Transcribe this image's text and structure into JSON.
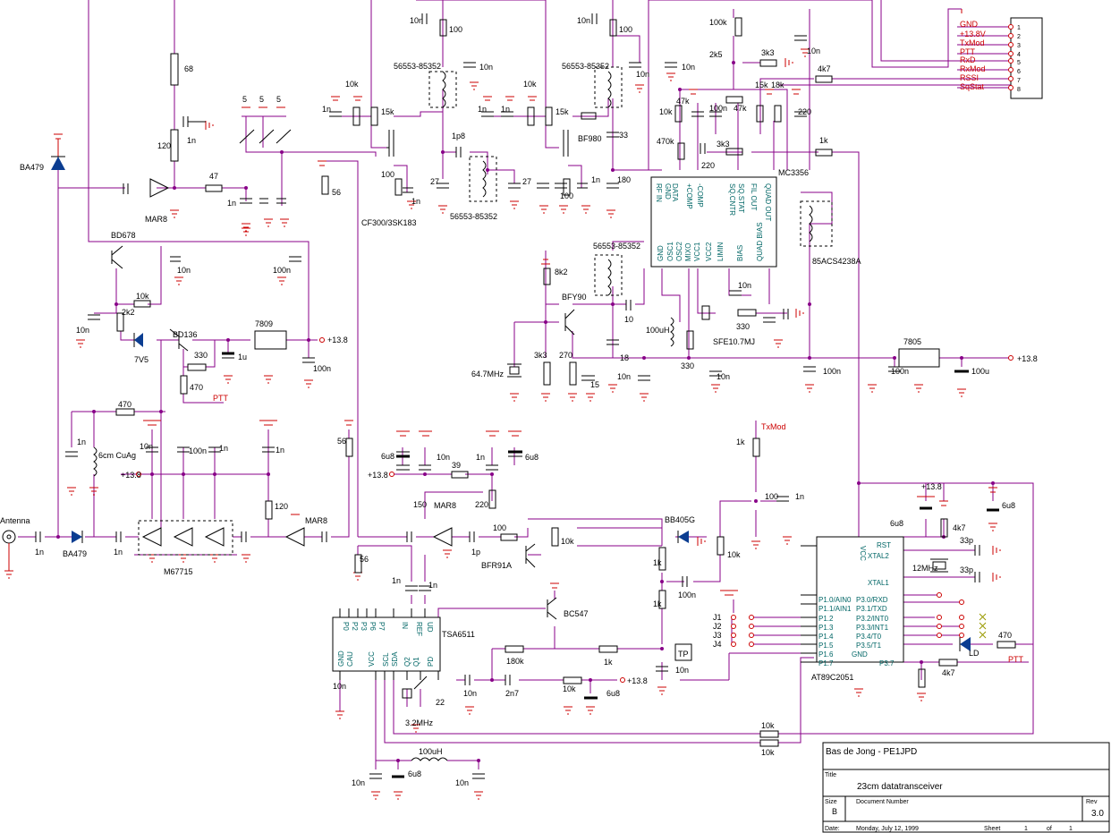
{
  "connector": {
    "signals": [
      "GND",
      "+13.8V",
      "TxMod",
      "PTT",
      "RxD",
      "RxMod",
      "RSSI",
      "SqStat"
    ],
    "pins": [
      "1",
      "2",
      "3",
      "4",
      "5",
      "6",
      "7",
      "8"
    ]
  },
  "components": {
    "mc3356": {
      "ref": "MC3356",
      "pins_top": [
        "RF IN",
        "GND",
        "DATA",
        "+COMP",
        "-COMP",
        "SQ.CNTR",
        "SQ.STAT",
        "FIL OUT",
        "QUAD OUT"
      ],
      "pins_bot": [
        "GND",
        "OSC1",
        "OSC2",
        "MIXO",
        "VCC1",
        "VCC2",
        "LIMIN",
        "BIAS",
        "QUAD BIAS"
      ]
    },
    "at89": {
      "ref": "AT89C2051",
      "pins_left": [
        "VCC",
        "P1.0/AIN0",
        "P1.1/AIN1",
        "P1.2",
        "P1.3",
        "P1.4",
        "P1.5",
        "P1.6",
        "P1.7"
      ],
      "pins_right": [
        "RST",
        "XTAL2",
        "XTAL1",
        "P3.0/RXD",
        "P3.1/TXD",
        "P3.2/INT0",
        "P3.3/INT1",
        "P3.4/T0",
        "P3.5/T1",
        "GND",
        "P3.7"
      ]
    },
    "tsa": {
      "ref": "TSA6511",
      "pins_top": [
        "P0",
        "P2",
        "P3",
        "P6",
        "P7",
        "IN",
        "REF",
        "UD"
      ],
      "pins_bot": [
        "GND",
        "CAU",
        "VCC",
        "SCL",
        "SDA",
        "Q2",
        "Q1",
        "PD"
      ]
    },
    "labels": [
      "MAR8",
      "MAR8",
      "MAR8",
      "M67715",
      "BA479",
      "BA479",
      "BD678",
      "BD136",
      "7V5",
      "7809",
      "7805",
      "CF300/3SK183",
      "BF980",
      "BFY90",
      "BFR91A",
      "BC547",
      "BB405G",
      "SFE10.7MJ",
      "85ACS4238A",
      "64.7MHz",
      "12MHz",
      "3.2MHz",
      "56553-85352",
      "56553-85352",
      "56553-85352",
      "56553-85352",
      "6cm CuAg",
      "Antenna",
      "TP",
      "PTT",
      "PTT",
      "TxMod",
      "LD"
    ],
    "values": [
      "68",
      "1n",
      "120",
      "47",
      "1n",
      "5",
      "5",
      "5",
      "10k",
      "1n",
      "15k",
      "100",
      "1n",
      "27",
      "1p8",
      "27",
      "10k",
      "1n",
      "1n",
      "15k",
      "100",
      "1n",
      "180",
      "33",
      "10n",
      "100",
      "10n",
      "100",
      "10n",
      "10n",
      "100k",
      "2k5",
      "3k3",
      "4k7",
      "10n",
      "47k",
      "10k",
      "100n",
      "47k",
      "15k",
      "18k",
      "220",
      "470k",
      "3k3",
      "220",
      "1k",
      "10n",
      "56",
      "10n",
      "100n",
      "2k2",
      "10k",
      "10n",
      "330",
      "470",
      "1u",
      "100n",
      "8k2",
      "3k3",
      "270",
      "15",
      "10",
      "18",
      "10n",
      "100uH",
      "330",
      "330",
      "10n",
      "10n",
      "100n",
      "100n",
      "100u",
      "470",
      "1n",
      "10n",
      "100n",
      "1n",
      "120",
      "1n",
      "56",
      "1n",
      "1n",
      "6u8",
      "10n",
      "39",
      "1n",
      "6u8",
      "150",
      "220",
      "100",
      "10k",
      "1p",
      "1k",
      "1k",
      "100n",
      "1k",
      "10k",
      "100",
      "1n",
      "6u8",
      "4k7",
      "6u8",
      "33p",
      "33p",
      "470",
      "4k7",
      "56",
      "1n",
      "1n",
      "180k",
      "1k",
      "2n7",
      "10n",
      "10k",
      "6u8",
      "10n",
      "22",
      "10k",
      "10k",
      "100uH",
      "10n",
      "6u8",
      "10n",
      "10n",
      "+13.8",
      "+13.8",
      "+13.8",
      "+13.8",
      "+13.8",
      "+13.8"
    ],
    "jumpers": [
      "J1",
      "J2",
      "J3",
      "J4"
    ]
  },
  "title_block": {
    "author": "Bas de Jong - PE1JPD",
    "title_label": "Title",
    "title": "23cm datatransceiver",
    "size_label": "Size",
    "size": "B",
    "docnum_label": "Document Number",
    "docnum": "",
    "rev_label": "Rev",
    "rev": "3.0",
    "date_label": "Date:",
    "date": "Monday, July 12, 1999",
    "sheet_label": "Sheet",
    "sheet": "1",
    "of_label": "of",
    "of": "1"
  },
  "colors": {
    "wire": "#880088",
    "component": "#000000",
    "power": "#cc0000",
    "pin_text": "#006666"
  }
}
